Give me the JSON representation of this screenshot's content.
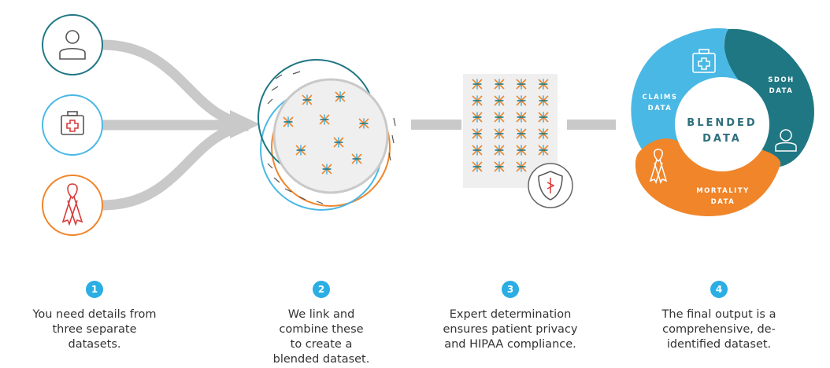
{
  "colors": {
    "teal": "#1f7783",
    "blue": "#4ab8e4",
    "orange": "#f0852a",
    "red": "#d83c3c",
    "gray": "#c9c9c9",
    "step_badge": "#2aaee3"
  },
  "icons": [
    "person-icon",
    "medical-kit-icon",
    "ribbon-icon",
    "shield-lock-icon"
  ],
  "blended_wheel": {
    "center_label_line1": "BLENDED",
    "center_label_line2": "DATA",
    "segments": [
      {
        "line1": "CLAIMS",
        "line2": "DATA"
      },
      {
        "line1": "SDOH",
        "line2": "DATA"
      },
      {
        "line1": "MORTALITY",
        "line2": "DATA"
      }
    ]
  },
  "steps": [
    {
      "number": "1",
      "text": "You need details from three separate datasets."
    },
    {
      "number": "2",
      "text": "We link and combine these to create a blended dataset."
    },
    {
      "number": "3",
      "text": "Expert determination ensures patient privacy and HIPAA compliance."
    },
    {
      "number": "4",
      "text": "The final output is a comprehensive, de-identified dataset."
    }
  ]
}
